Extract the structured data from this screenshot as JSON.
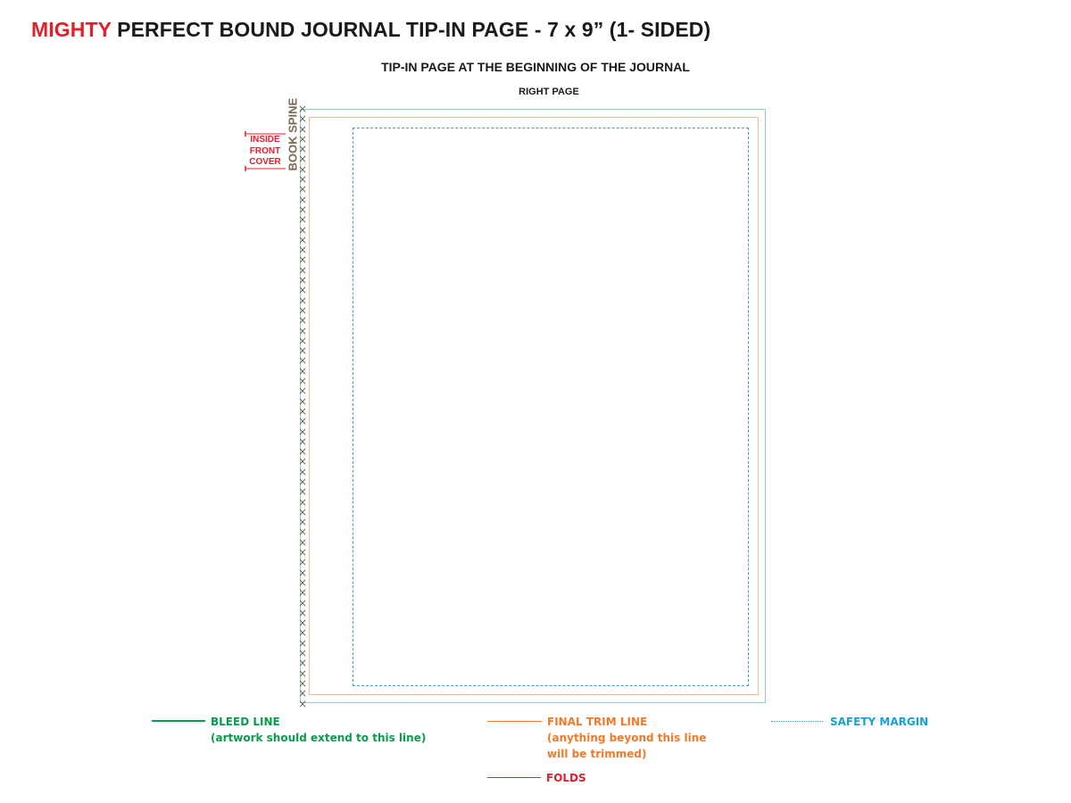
{
  "title": {
    "brand": "MIGHTY",
    "rest": "PERFECT BOUND JOURNAL TIP-IN PAGE - 7 x 9”  (1- SIDED)"
  },
  "subtitle": "TIP-IN PAGE AT THE BEGINNING OF THE JOURNAL",
  "page_label": "RIGHT PAGE",
  "spine_label": "BOOK SPINE",
  "cover_label": [
    "INSIDE",
    "FRONT",
    "COVER"
  ],
  "spine_mark_glyph": "×",
  "legend": {
    "bleed": {
      "label": "BLEED LINE",
      "note": "(artwork should extend to this line)",
      "color": "#0c9a4d"
    },
    "trim": {
      "label": "FINAL TRIM LINE",
      "note_line1": "(anything beyond this line",
      "note_line2": "will be trimmed)",
      "color": "#f07a2a"
    },
    "safety": {
      "label": "SAFETY MARGIN",
      "color": "#1aa0d8"
    },
    "folds": {
      "label": "FOLDS",
      "color": "#e0202b"
    }
  },
  "colors": {
    "brand_red": "#e0202b",
    "bleed_box": "#8fd3c0",
    "trim_box": "#f2b989",
    "safety_box": "#3b9fcf",
    "spine": "#6f6350"
  }
}
